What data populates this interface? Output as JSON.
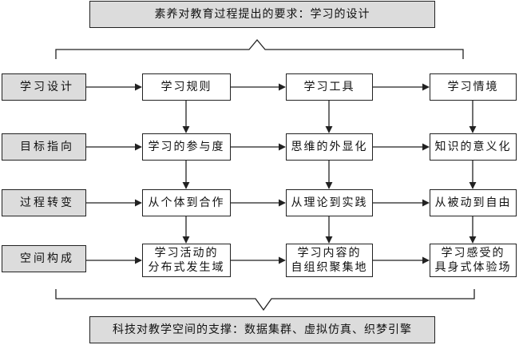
{
  "top_banner": "素养对教育过程提出的要求：学习的设计",
  "bottom_banner": "科技对教学空间的支撑：数据集群、虚拟仿真、织梦引擎",
  "row_labels": [
    "学习设计",
    "目标指向",
    "过程转变",
    "空间构成"
  ],
  "grid": [
    [
      [
        "学习规则"
      ],
      [
        "学习工具"
      ],
      [
        "学习情境"
      ]
    ],
    [
      [
        "学习的参与度"
      ],
      [
        "思维的外显化"
      ],
      [
        "知识的意义化"
      ]
    ],
    [
      [
        "从个体到合作"
      ],
      [
        "从理论到实践"
      ],
      [
        "从被动到自由"
      ]
    ],
    [
      [
        "学习活动的",
        "分布式发生域"
      ],
      [
        "学习内容的",
        "自组织聚集地"
      ],
      [
        "学习感受的",
        "具身式体验场"
      ]
    ]
  ]
}
